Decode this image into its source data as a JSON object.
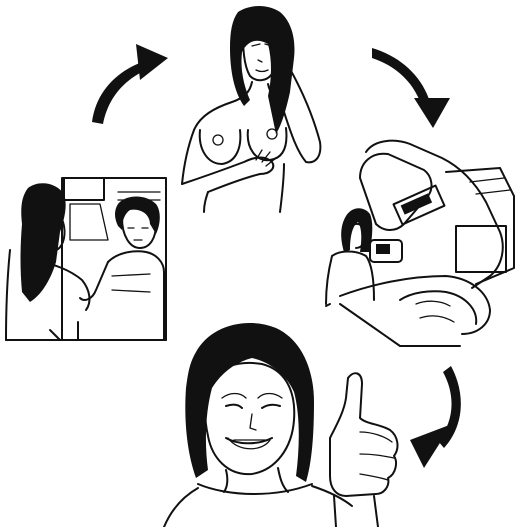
{
  "diagram": {
    "type": "cycle",
    "steps": [
      {
        "id": "self-exam",
        "position": "top"
      },
      {
        "id": "radiation-therapy",
        "position": "right"
      },
      {
        "id": "recovery",
        "position": "bottom"
      },
      {
        "id": "mammogram-screening",
        "position": "left"
      }
    ],
    "arrows": [
      "top-to-right",
      "right-to-bottom",
      "left-to-top"
    ],
    "colors": {
      "ink": "#111111",
      "background": "#ffffff"
    }
  }
}
